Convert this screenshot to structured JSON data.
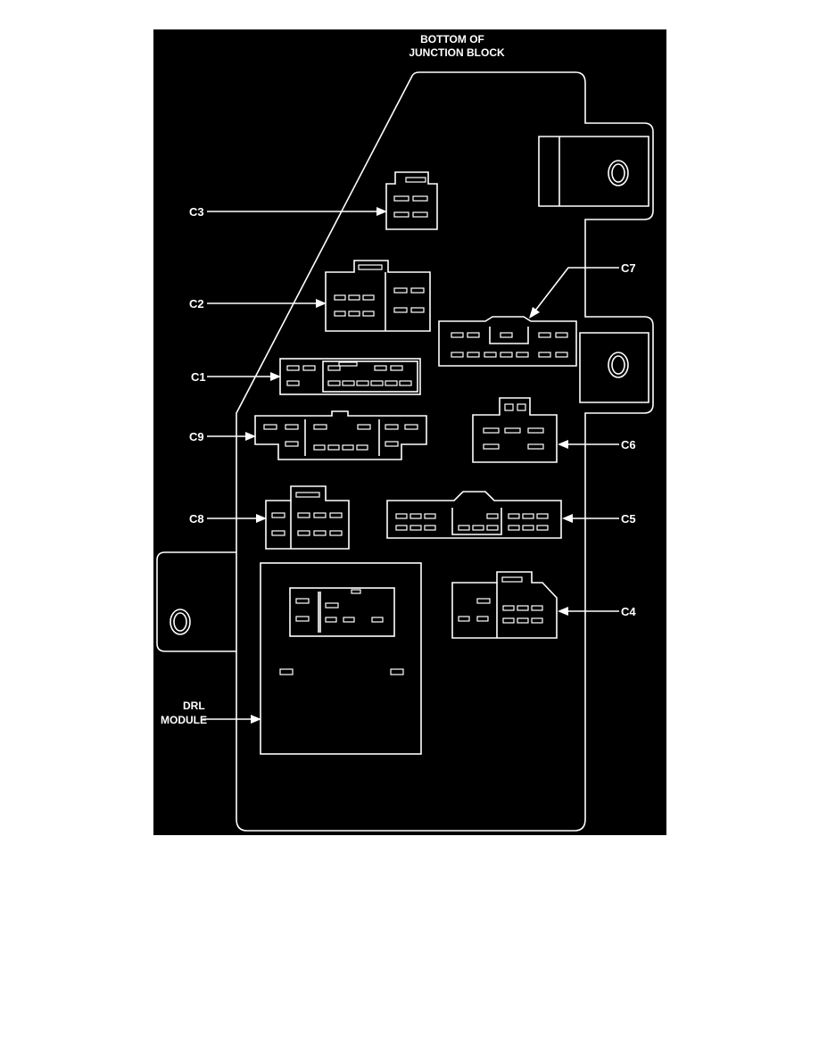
{
  "colors": {
    "background": "#000000",
    "line": "#ffffff",
    "page": "#ffffff"
  },
  "title": {
    "line1": "BOTTOM OF",
    "line2": "JUNCTION BLOCK"
  },
  "labels": {
    "c1": "C1",
    "c2": "C2",
    "c3": "C3",
    "c4": "C4",
    "c5": "C5",
    "c6": "C6",
    "c7": "C7",
    "c8": "C8",
    "c9": "C9",
    "drl_line1": "DRL",
    "drl_line2": "MODULE"
  }
}
